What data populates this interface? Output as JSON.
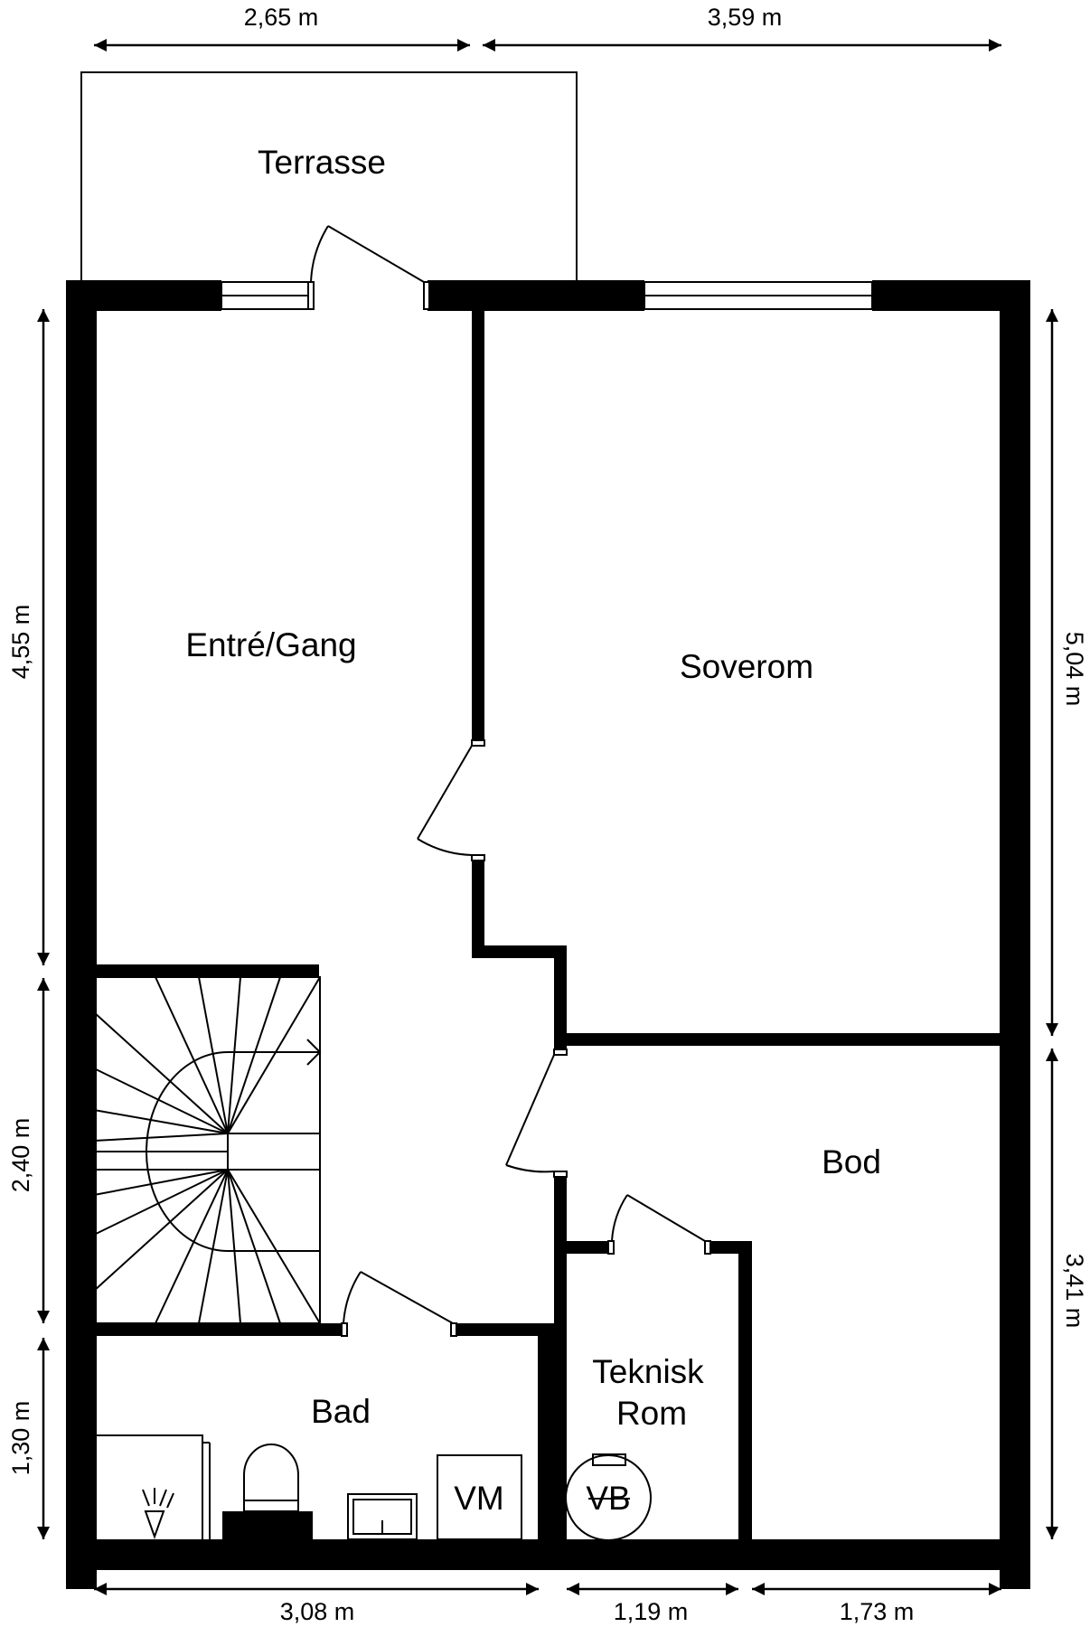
{
  "rooms": {
    "terrasse": "Terrasse",
    "entre_gang": "Entré/Gang",
    "soverom": "Soverom",
    "bod": "Bod",
    "teknisk_rom_line1": "Teknisk",
    "teknisk_rom_line2": "Rom",
    "bad": "Bad"
  },
  "fixtures": {
    "washing_machine": "VM",
    "water_heater": "VB"
  },
  "dimensions": {
    "top_left": "2,65 m",
    "top_right": "3,59 m",
    "left_upper": "4,55 m",
    "left_middle": "2,40 m",
    "left_lower": "1,30 m",
    "right_upper": "5,04 m",
    "right_lower": "3,41 m",
    "bottom_left": "3,08 m",
    "bottom_middle": "1,19 m",
    "bottom_right": "1,73 m"
  }
}
